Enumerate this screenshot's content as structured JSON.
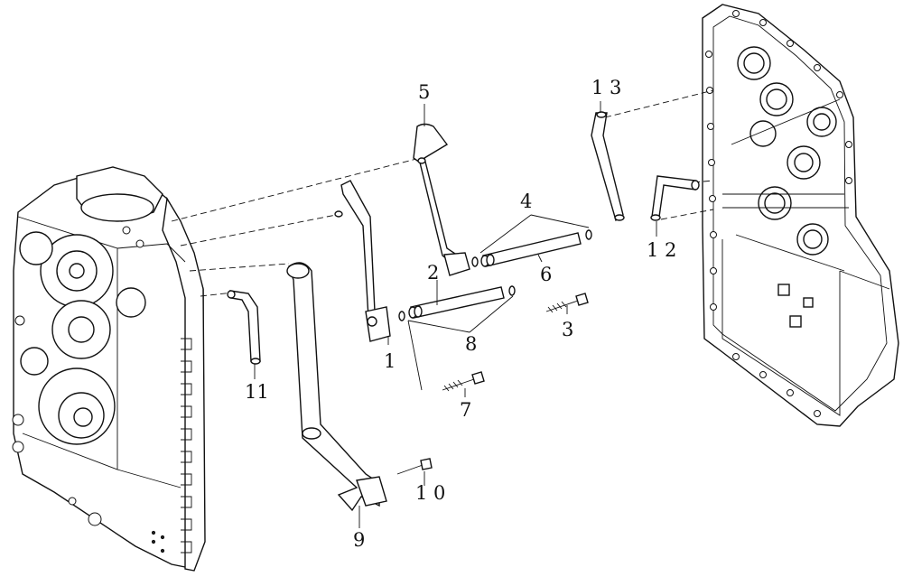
{
  "callouts": [
    {
      "id": "1",
      "text": "1"
    },
    {
      "id": "2",
      "text": "2"
    },
    {
      "id": "3",
      "text": "3"
    },
    {
      "id": "4",
      "text": "4"
    },
    {
      "id": "5",
      "text": "5"
    },
    {
      "id": "6",
      "text": "6"
    },
    {
      "id": "7",
      "text": "7"
    },
    {
      "id": "8",
      "text": "8"
    },
    {
      "id": "9",
      "text": "9"
    },
    {
      "id": "10",
      "text": "1 0"
    },
    {
      "id": "11",
      "text": "11"
    },
    {
      "id": "12",
      "text": "1 2"
    },
    {
      "id": "13",
      "text": "1 3"
    }
  ]
}
